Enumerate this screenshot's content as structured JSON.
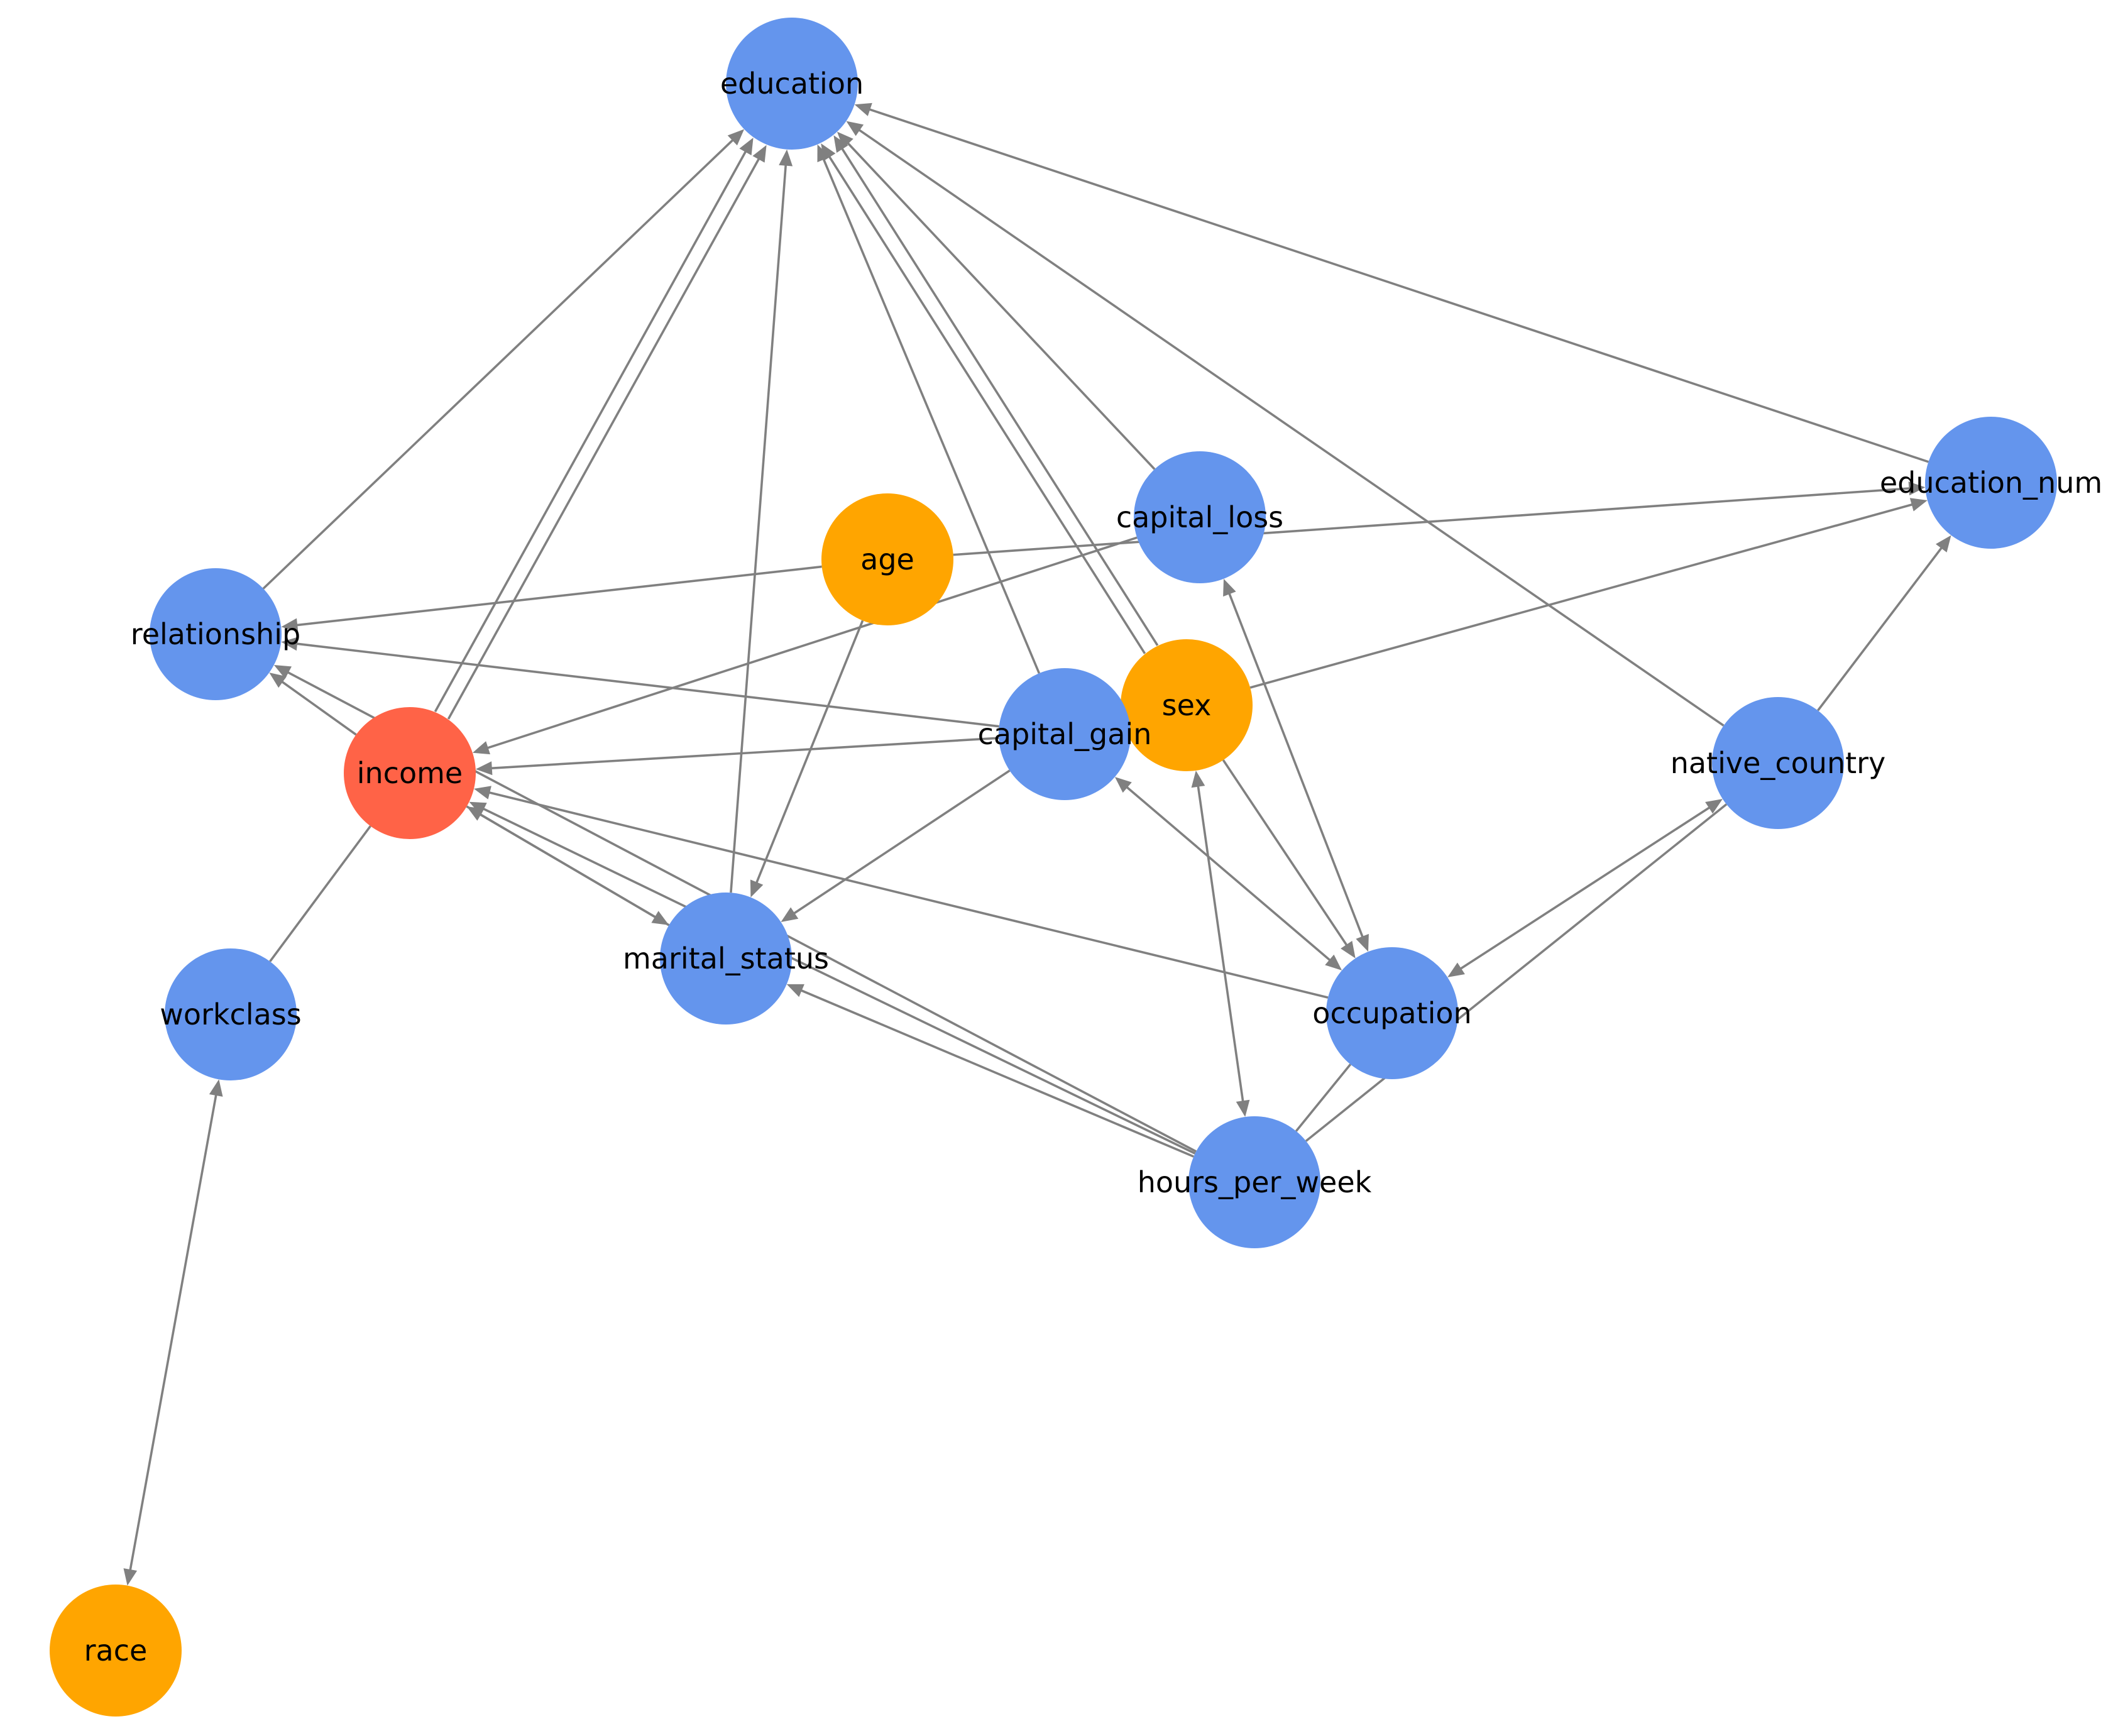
{
  "colors": {
    "default_node": "#6495ED",
    "target_node": "#FF6347",
    "demographic_node": "#FFA500",
    "edge": "#808080",
    "label": "#000000"
  },
  "nodes": [
    {
      "id": "education",
      "label": "education",
      "color": "#6495ED"
    },
    {
      "id": "education_num",
      "label": "education_num",
      "color": "#6495ED"
    },
    {
      "id": "capital_loss",
      "label": "capital_loss",
      "color": "#6495ED"
    },
    {
      "id": "age",
      "label": "age",
      "color": "#FFA500"
    },
    {
      "id": "relationship",
      "label": "relationship",
      "color": "#6495ED"
    },
    {
      "id": "sex",
      "label": "sex",
      "color": "#FFA500"
    },
    {
      "id": "capital_gain",
      "label": "capital_gain",
      "color": "#6495ED"
    },
    {
      "id": "income",
      "label": "income",
      "color": "#FF6347"
    },
    {
      "id": "native_country",
      "label": "native_country",
      "color": "#6495ED"
    },
    {
      "id": "marital_status",
      "label": "marital_status",
      "color": "#6495ED"
    },
    {
      "id": "workclass",
      "label": "workclass",
      "color": "#6495ED"
    },
    {
      "id": "occupation",
      "label": "occupation",
      "color": "#6495ED"
    },
    {
      "id": "hours_per_week",
      "label": "hours_per_week",
      "color": "#6495ED"
    },
    {
      "id": "race",
      "label": "race",
      "color": "#FFA500"
    }
  ],
  "edges": [
    {
      "from": "relationship",
      "to": "education",
      "arrow_end": true
    },
    {
      "from": "income",
      "to": "education",
      "arrow_end": true
    },
    {
      "from": "income",
      "to": "education",
      "arrow_end": true
    },
    {
      "from": "marital_status",
      "to": "education",
      "arrow_end": true
    },
    {
      "from": "capital_gain",
      "to": "education",
      "arrow_end": true
    },
    {
      "from": "sex",
      "to": "education",
      "arrow_end": true
    },
    {
      "from": "sex",
      "to": "education",
      "arrow_end": true
    },
    {
      "from": "capital_loss",
      "to": "education",
      "arrow_end": true
    },
    {
      "from": "native_country",
      "to": "education",
      "arrow_end": true
    },
    {
      "from": "education_num",
      "to": "education",
      "arrow_end": true
    },
    {
      "from": "age",
      "to": "education_num",
      "arrow_end": true
    },
    {
      "from": "sex",
      "to": "education_num",
      "arrow_end": true
    },
    {
      "from": "native_country",
      "to": "education_num",
      "arrow_end": true
    },
    {
      "from": "age",
      "to": "relationship",
      "arrow_end": true
    },
    {
      "from": "capital_gain",
      "to": "relationship",
      "arrow_end": true
    },
    {
      "from": "income",
      "to": "relationship",
      "arrow_end": true
    },
    {
      "from": "hours_per_week",
      "to": "relationship",
      "arrow_end": true
    },
    {
      "from": "capital_loss",
      "to": "income",
      "arrow_end": true
    },
    {
      "from": "capital_gain",
      "to": "income",
      "arrow_end": true
    },
    {
      "from": "occupation",
      "to": "income",
      "arrow_end": true
    },
    {
      "from": "marital_status",
      "to": "income",
      "arrow_end": true
    },
    {
      "from": "hours_per_week",
      "to": "income",
      "arrow_end": true
    },
    {
      "from": "workclass",
      "to": "income",
      "arrow_end": false
    },
    {
      "from": "age",
      "to": "marital_status",
      "arrow_end": true
    },
    {
      "from": "capital_gain",
      "to": "marital_status",
      "arrow_end": true
    },
    {
      "from": "income",
      "to": "marital_status",
      "arrow_end": true
    },
    {
      "from": "hours_per_week",
      "to": "marital_status",
      "arrow_end": true
    },
    {
      "from": "capital_loss",
      "to": "occupation",
      "arrow_start": true,
      "arrow_end": true
    },
    {
      "from": "capital_gain",
      "to": "occupation",
      "arrow_start": true,
      "arrow_end": true
    },
    {
      "from": "sex",
      "to": "occupation",
      "arrow_end": true
    },
    {
      "from": "occupation",
      "to": "native_country",
      "arrow_start": true,
      "arrow_end": true
    },
    {
      "from": "hours_per_week",
      "to": "native_country",
      "arrow_end": false
    },
    {
      "from": "hours_per_week",
      "to": "occupation",
      "arrow_end": false
    },
    {
      "from": "sex",
      "to": "hours_per_week",
      "arrow_start": true,
      "arrow_end": true
    },
    {
      "from": "workclass",
      "to": "race",
      "arrow_start": true,
      "arrow_end": true
    }
  ]
}
